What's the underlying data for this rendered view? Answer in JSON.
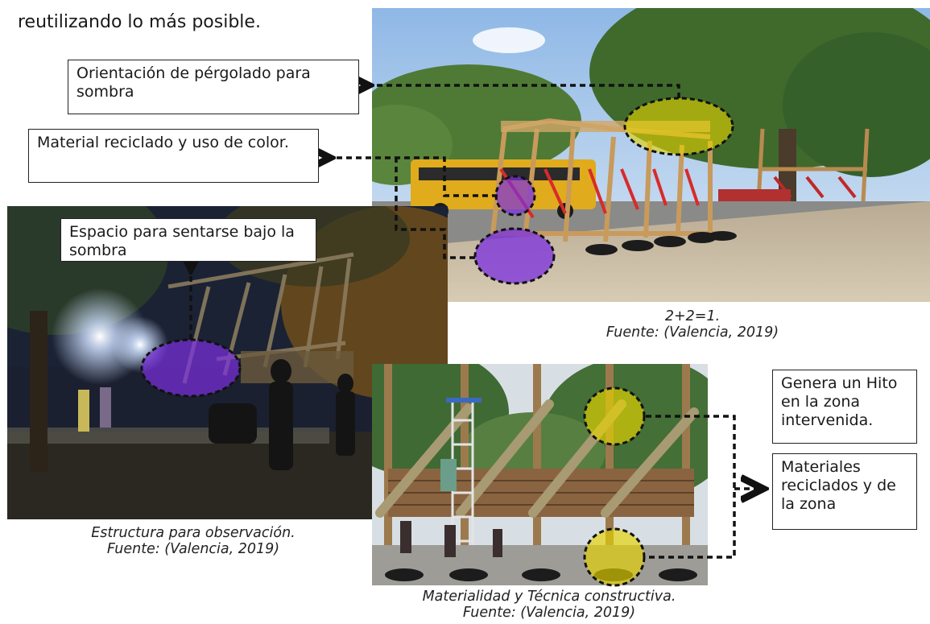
{
  "intro_text": "reutilizando lo más posible.",
  "callouts": {
    "pergola": "Orientación de pérgolado para sombra",
    "reciclado": "Material reciclado y uso de color.",
    "sentarse": "Espacio para sentarse bajo la sombra",
    "hito": "Genera un Hito en la zona intervenida.",
    "materiales": "Materiales reciclados y de la zona"
  },
  "captions": {
    "photo1_title": "2+2=1.",
    "photo1_source": "Fuente: (Valencia, 2019)",
    "photo2_title": "Estructura para observación.",
    "photo2_source": "Fuente: (Valencia, 2019)",
    "photo3_title": "Materialidad y Técnica constructiva.",
    "photo3_source": "Fuente: (Valencia, 2019)"
  },
  "highlight_colors": {
    "yellow": "#e6d400",
    "purple": "#7b2fe0"
  }
}
